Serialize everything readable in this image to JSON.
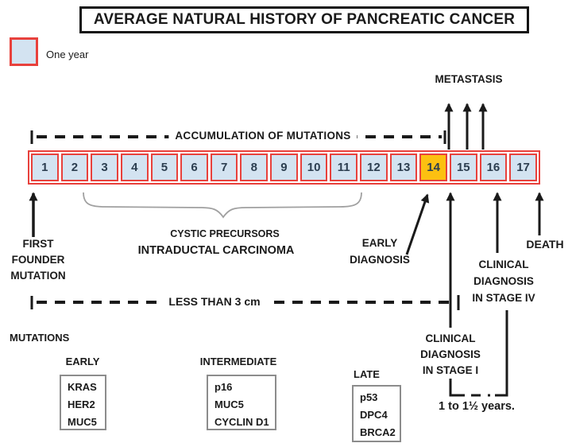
{
  "title": "AVERAGE NATURAL HISTORY OF PANCREATIC CANCER",
  "legend": {
    "label": "One year"
  },
  "colors": {
    "red": "#e8413c",
    "blue": "#d3e3f1",
    "gold": "#fcc011",
    "ink": "#1a1a1a",
    "number": "#2c3e50",
    "box_border": "#8c8c8c",
    "brace": "#a0a0a0"
  },
  "timeline": {
    "years": [
      "1",
      "2",
      "3",
      "4",
      "5",
      "6",
      "7",
      "8",
      "9",
      "10",
      "11",
      "12",
      "13",
      "14",
      "15",
      "16",
      "17"
    ],
    "highlighted_year": "14"
  },
  "labels": {
    "metastasis": "METASTASIS",
    "accumulation": "ACCUMULATION OF MUTATIONS",
    "first_founder": [
      "FIRST",
      "FOUNDER",
      "MUTATION"
    ],
    "cystic_precursors": "CYSTIC PRECURSORS",
    "intraductal_carcinoma": "INTRADUCTAL CARCINOMA",
    "early_diagnosis": [
      "EARLY",
      "DIAGNOSIS"
    ],
    "death": "DEATH",
    "clinical_stage4": [
      "CLINICAL",
      "DIAGNOSIS",
      "IN STAGE IV"
    ],
    "clinical_stage1": [
      "CLINICAL",
      "DIAGNOSIS",
      "IN STAGE I"
    ],
    "less_than_3cm": "LESS THAN 3 cm",
    "stage_interval": "1 to 1½ years."
  },
  "mutations": {
    "heading": "MUTATIONS",
    "groups": [
      {
        "label": "EARLY",
        "genes": [
          "KRAS",
          "HER2",
          "MUC5"
        ]
      },
      {
        "label": "INTERMEDIATE",
        "genes": [
          "p16",
          "MUC5",
          "CYCLIN D1"
        ]
      },
      {
        "label": "LATE",
        "genes": [
          "p53",
          "DPC4",
          "BRCA2"
        ]
      }
    ]
  }
}
